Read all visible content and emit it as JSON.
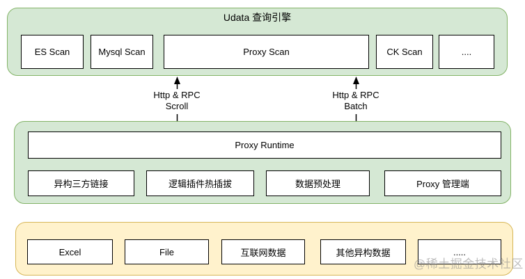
{
  "colors": {
    "section_green_fill": "#d5e8d4",
    "section_green_border": "#82b366",
    "section_yellow_fill": "#fff2cc",
    "section_yellow_border": "#d6b656",
    "box_fill": "#ffffff",
    "box_border": "#000000",
    "text": "#000000",
    "watermark": "#8a8a8a"
  },
  "top_section": {
    "title": "Udata 查询引擎",
    "boxes": [
      {
        "label": "ES Scan"
      },
      {
        "label": "Mysql Scan"
      },
      {
        "label": "Proxy Scan"
      },
      {
        "label": "CK Scan"
      },
      {
        "label": "...."
      }
    ]
  },
  "connectors": [
    {
      "line1": "Http & RPC",
      "line2": "Scroll"
    },
    {
      "line1": "Http & RPC",
      "line2": "Batch"
    }
  ],
  "middle_section": {
    "runtime_label": "Proxy Runtime",
    "boxes": [
      {
        "label": "异构三方链接"
      },
      {
        "label": "逻辑插件热插拔"
      },
      {
        "label": "数据预处理"
      },
      {
        "label": "Proxy 管理端"
      }
    ]
  },
  "bottom_section": {
    "boxes": [
      {
        "label": "Excel"
      },
      {
        "label": "File"
      },
      {
        "label": "互联网数据"
      },
      {
        "label": "其他异构数据"
      },
      {
        "label": "....."
      }
    ]
  },
  "watermark": "@稀土掘金技术社区"
}
